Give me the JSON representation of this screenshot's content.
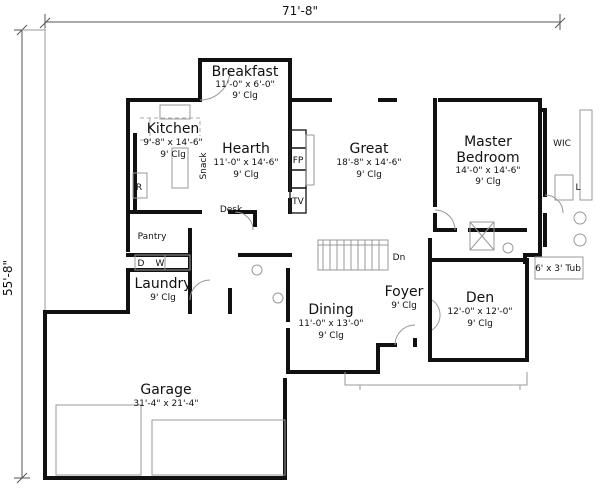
{
  "dimensions": {
    "width": "71'-8\"",
    "depth": "55'-8\""
  },
  "rooms": [
    {
      "name": "Breakfast",
      "size": "11'-0\" x 6'-0\"",
      "ceiling": "9' Clg"
    },
    {
      "name": "Kitchen",
      "size": "9'-8\" x 14'-6\"",
      "ceiling": "9' Clg"
    },
    {
      "name": "Hearth",
      "size": "11'-0\" x 14'-6\"",
      "ceiling": "9' Clg"
    },
    {
      "name": "Great",
      "size": "18'-8\" x 14'-6\"",
      "ceiling": "9' Clg"
    },
    {
      "name": "Master",
      "name2": "Bedroom",
      "size": "14'-0\" x 14'-6\"",
      "ceiling": "9' Clg"
    },
    {
      "name": "Laundry",
      "ceiling": "9' Clg"
    },
    {
      "name": "Dining",
      "size": "11'-0\" x 13'-0\"",
      "ceiling": "9' Clg"
    },
    {
      "name": "Foyer",
      "ceiling": "9' Clg"
    },
    {
      "name": "Den",
      "size": "12'-0\" x 12'-0\"",
      "ceiling": "9' Clg"
    },
    {
      "name": "Garage",
      "size": "31'-4\" x 21'-4\""
    }
  ],
  "labels": {
    "snack": "Snack",
    "fp": "FP",
    "tv": "TV",
    "desk": "Desk",
    "pantry": "Pantry",
    "r": "R",
    "d": "D",
    "w": "W",
    "wic": "WIC",
    "l": "L",
    "tub": "6' x 3' Tub",
    "dn": "Dn"
  }
}
